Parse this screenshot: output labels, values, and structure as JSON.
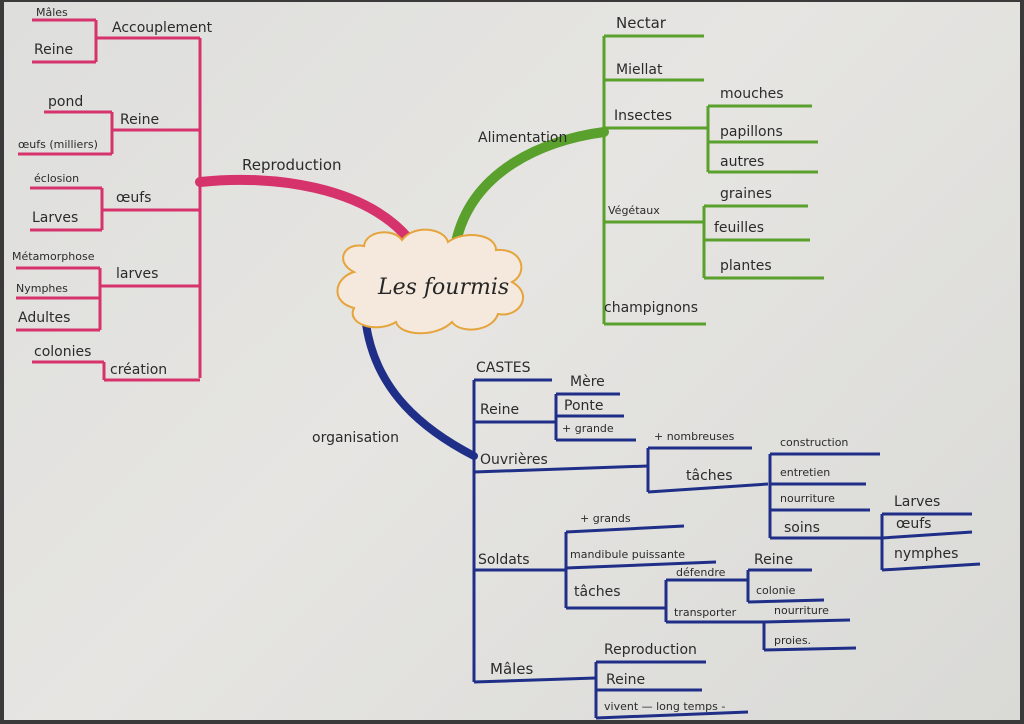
{
  "center": "Les fourmis",
  "colors": {
    "reproduction": "#d6336c",
    "alimentation": "#5aa02c",
    "organisation": "#1f2f88",
    "cloud_fill": "#f4e9dc",
    "cloud_stroke": "#e6a43c"
  },
  "reproduction": {
    "label": "Reproduction",
    "accouplement": "Accouplement",
    "males": "Mâles",
    "reine_a": "Reine",
    "reine_b": "Reine",
    "pond": "pond",
    "oeufs_milliers": "œufs (milliers)",
    "oeufs": "œufs",
    "eclosion": "éclosion",
    "larves_a": "Larves",
    "larves_b": "larves",
    "metamorphose": "Métamorphose",
    "nymphes": "Nymphes",
    "adultes": "Adultes",
    "colonies": "colonies",
    "creation": "création"
  },
  "alimentation": {
    "label": "Alimentation",
    "nectar": "Nectar",
    "miellat": "Miellat",
    "insectes": "Insectes",
    "mouches": "mouches",
    "papillons": "papillons",
    "autres": "autres",
    "vegetaux": "Végétaux",
    "graines": "graines",
    "feuilles": "feuilles",
    "plantes": "plantes",
    "champignons": "champignons"
  },
  "organisation": {
    "label": "organisation",
    "castes": "CASTES",
    "reine": "Reine",
    "mere": "Mère",
    "ponte": "Ponte",
    "plus_grande": "+ grande",
    "ouvrieres": "Ouvrières",
    "plus_nombreuses": "+ nombreuses",
    "taches_a": "tâches",
    "construction": "construction",
    "entretien": "entretien",
    "nourriture_a": "nourriture",
    "soins": "soins",
    "larves": "Larves",
    "oeufs": "œufs",
    "nymphes": "nymphes",
    "soldats": "Soldats",
    "plus_grands": "+ grands",
    "mandibule": "mandibule puissante",
    "taches_b": "tâches",
    "defendre": "défendre",
    "reine_s": "Reine",
    "colonie": "colonie",
    "transporter": "transporter",
    "nourriture_b": "nourriture",
    "proies": "proies.",
    "males": "Mâles",
    "reproduction": "Reproduction",
    "reine_m": "Reine",
    "vivent": "vivent — long temps -"
  }
}
